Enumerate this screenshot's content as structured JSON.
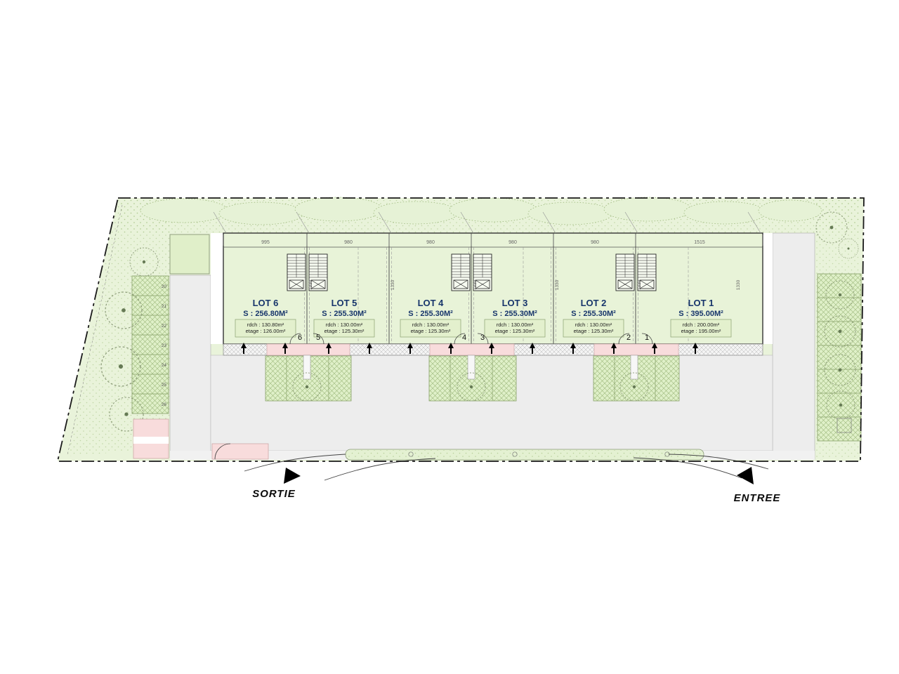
{
  "plan": {
    "lots": [
      {
        "id": "6",
        "title": "LOT 6",
        "surface": "S : 256.80M²",
        "rdch": "rdch : 130.80m²",
        "etage": "etage : 126.00m²",
        "dim": "995"
      },
      {
        "id": "5",
        "title": "LOT 5",
        "surface": "S : 255.30M²",
        "rdch": "rdch : 130.00m²",
        "etage": "etage : 125.30m²",
        "dim": "980"
      },
      {
        "id": "4",
        "title": "LOT 4",
        "surface": "S : 255.30M²",
        "rdch": "rdch : 130.00m²",
        "etage": "etage : 125.30m²",
        "dim": "980"
      },
      {
        "id": "3",
        "title": "LOT 3",
        "surface": "S : 255.30M²",
        "rdch": "rdch : 130.00m²",
        "etage": "etage : 125.30m²",
        "dim": "980"
      },
      {
        "id": "2",
        "title": "LOT 2",
        "surface": "S : 255.30M²",
        "rdch": "rdch : 130.00m²",
        "etage": "etage : 125.30m²",
        "dim": "980"
      },
      {
        "id": "1",
        "title": "LOT 1",
        "surface": "S : 395.00M²",
        "rdch": "rdch : 200.00m²",
        "etage": "etage : 195.00m²",
        "dim": "1515"
      }
    ],
    "side_dim": "1330",
    "left_parking_numbers": [
      "20",
      "21",
      "22",
      "23",
      "24",
      "25",
      "26"
    ],
    "signs": {
      "sortie": "SORTIE",
      "entree": "ENTREE"
    },
    "colors": {
      "green": "#e9f3da",
      "green_hatch": "#dff0c8",
      "gray": "#ededed",
      "pink": "#f8dcdc",
      "navy": "#17356b"
    }
  }
}
